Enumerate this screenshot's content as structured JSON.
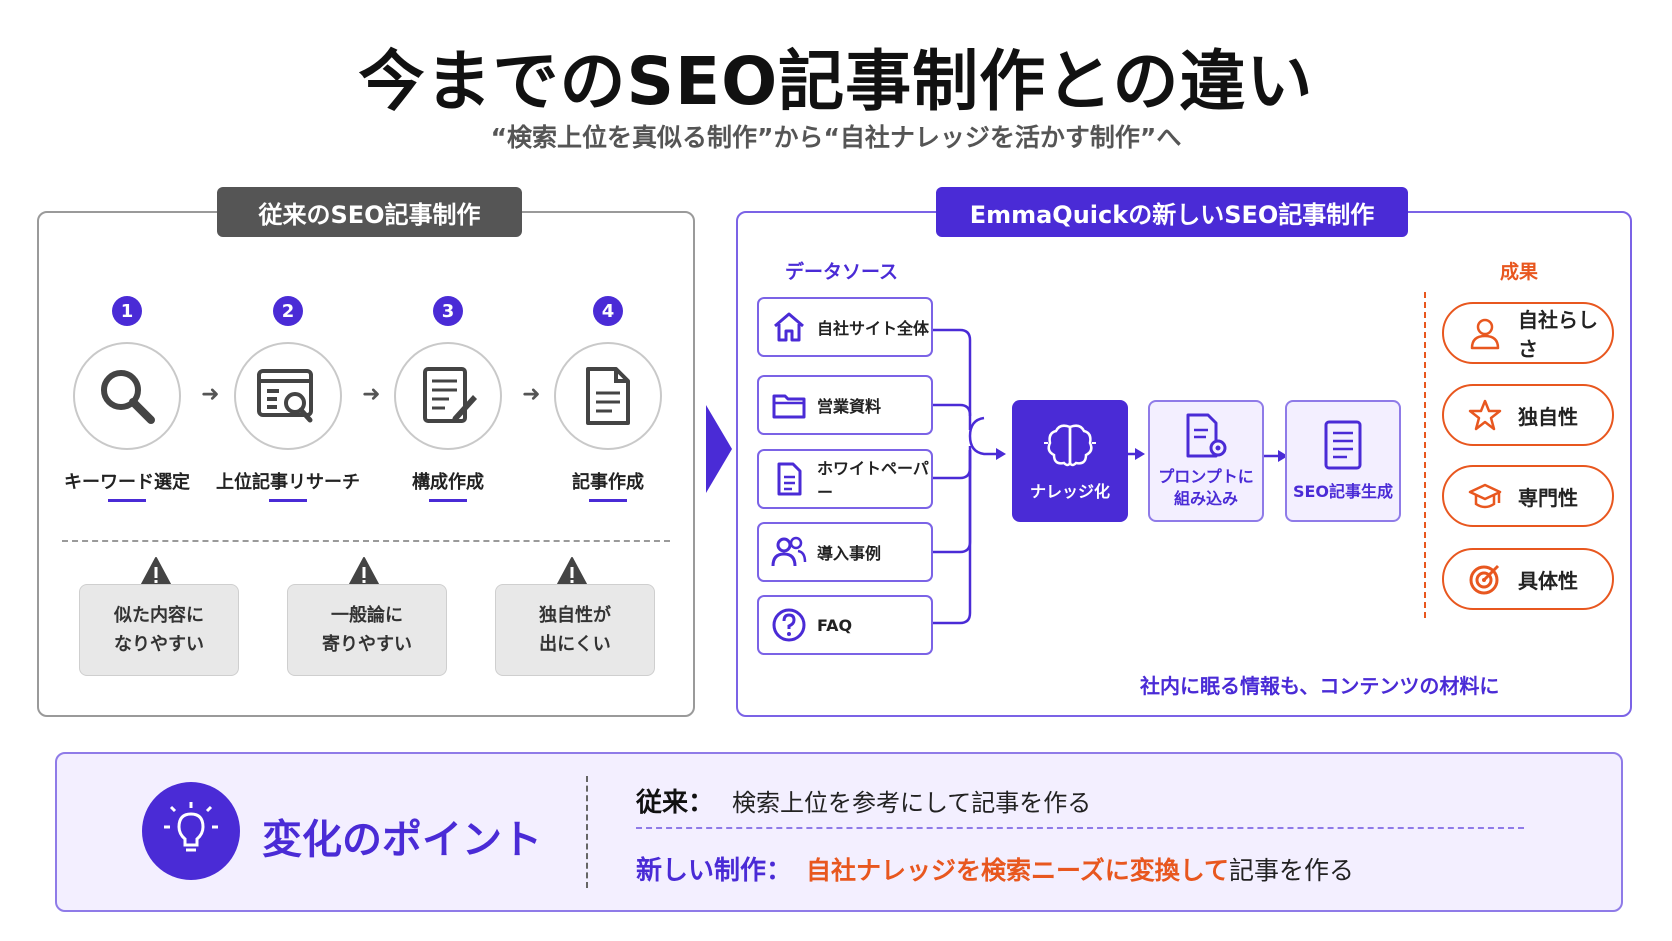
{
  "title": "今までのSEO記事制作との違い",
  "subtitle": "“検索上位を真似る制作”から“自社ナレッジを活かす制作”へ",
  "left": {
    "tag": "従来のSEO記事制作",
    "steps": [
      {
        "num": "1",
        "label": "キーワード選定",
        "icon": "magnifier-icon"
      },
      {
        "num": "2",
        "label": "上位記事リサーチ",
        "icon": "browser-search-icon"
      },
      {
        "num": "3",
        "label": "構成作成",
        "icon": "document-edit-icon"
      },
      {
        "num": "4",
        "label": "記事作成",
        "icon": "document-icon"
      }
    ],
    "warnings": [
      {
        "text": "似た内容に\nなりやすい",
        "icon": "warning-icon"
      },
      {
        "text": "一般論に\n寄りやすい",
        "icon": "warning-icon"
      },
      {
        "text": "独自性が\n出にくい",
        "icon": "warning-icon"
      }
    ]
  },
  "right": {
    "tag": "EmmaQuickの新しいSEO記事制作",
    "datasource_label": "データソース",
    "result_label": "成果",
    "sources": [
      {
        "label": "自社サイト全体",
        "icon": "house-icon"
      },
      {
        "label": "営業資料",
        "icon": "folder-icon"
      },
      {
        "label": "ホワイトペーパー",
        "icon": "paper-icon"
      },
      {
        "label": "導入事例",
        "icon": "users-icon"
      },
      {
        "label": "FAQ",
        "icon": "question-icon"
      }
    ],
    "process": [
      {
        "label": "ナレッジ化",
        "icon": "brain-icon"
      },
      {
        "label": "プロンプトに\n組み込み",
        "icon": "document-gear-icon"
      },
      {
        "label": "SEO記事生成",
        "icon": "article-icon"
      }
    ],
    "outcomes": [
      {
        "label": "自社らしさ",
        "icon": "person-icon"
      },
      {
        "label": "独自性",
        "icon": "star-icon"
      },
      {
        "label": "専門性",
        "icon": "graduation-cap-icon"
      },
      {
        "label": "具体性",
        "icon": "target-icon"
      }
    ],
    "footnote": "社内に眠る情報も、コンテンツの材料に"
  },
  "bottom": {
    "label": "変化のポイント",
    "row1_key": "従来：",
    "row1_text": "検索上位を参考にして記事を作る",
    "row2_key": "新しい制作：",
    "row2_highlight": "自社ナレッジを検索ニーズに変換して",
    "row2_text": "記事を作る"
  },
  "colors": {
    "accent": "#4a2bd6",
    "orange": "#e8571f",
    "gray_tag": "#555555"
  }
}
